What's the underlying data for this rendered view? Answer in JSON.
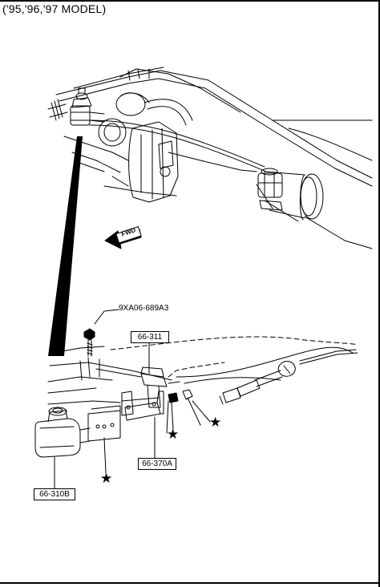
{
  "title": "('95,'96,'97 MODEL)",
  "callouts": {
    "bolt": "9XA06-689A3",
    "bracket_upper": "66-311",
    "bracket_lower": "66-370A",
    "actuator": "66-310B"
  },
  "marker_glyph": "★",
  "direction_label": "FWD"
}
